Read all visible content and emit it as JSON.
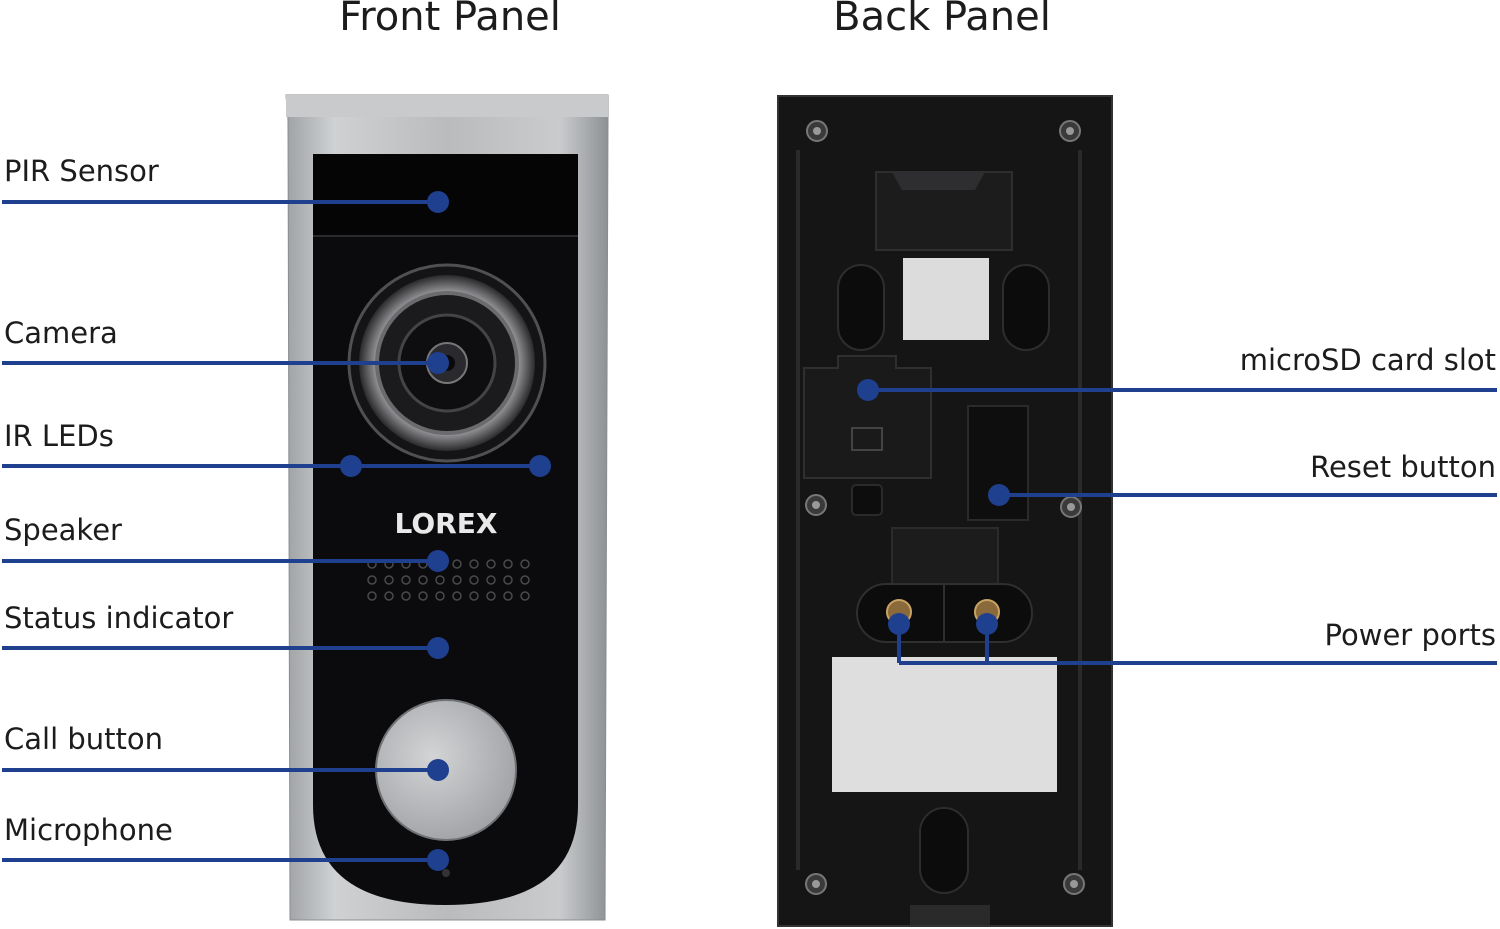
{
  "titles": {
    "front": "Front Panel",
    "back": "Back Panel"
  },
  "device": {
    "logo": "LOREX"
  },
  "front_labels": {
    "pir": "PIR Sensor",
    "camera": "Camera",
    "ir": "IR LEDs",
    "speaker": "Speaker",
    "status": "Status indicator",
    "call": "Call button",
    "mic": "Microphone"
  },
  "back_labels": {
    "sd": "microSD card slot",
    "reset": "Reset button",
    "power": "Power ports"
  },
  "colors": {
    "callout": "#1f3f8f",
    "device_black": "#0b0b0d",
    "device_silver": "#b8babc",
    "back_black": "#121212"
  }
}
